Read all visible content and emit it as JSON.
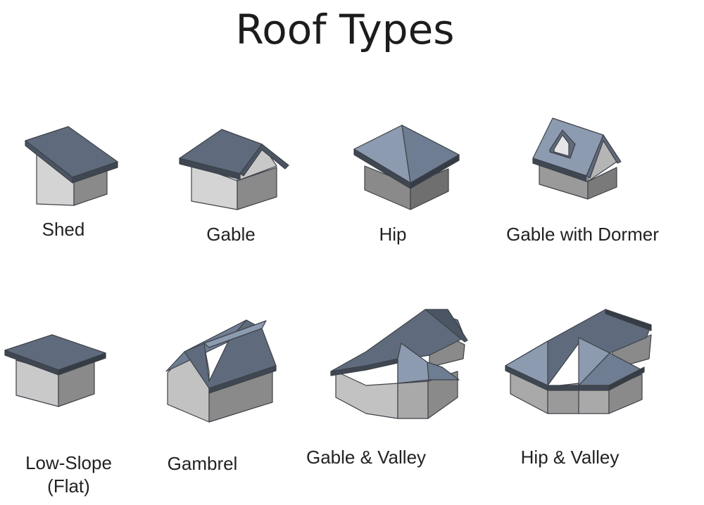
{
  "title": "Roof Types",
  "roofs": [
    {
      "label": "Shed",
      "icon": "shed-roof-icon"
    },
    {
      "label": "Gable",
      "icon": "gable-roof-icon"
    },
    {
      "label": "Hip",
      "icon": "hip-roof-icon"
    },
    {
      "label": "Gable with Dormer",
      "icon": "gable-dormer-roof-icon"
    },
    {
      "label": "Low-Slope\n(Flat)",
      "icon": "low-slope-roof-icon"
    },
    {
      "label": "Gambrel",
      "icon": "gambrel-roof-icon"
    },
    {
      "label": "Gable & Valley",
      "icon": "gable-valley-roof-icon"
    },
    {
      "label": "Hip & Valley",
      "icon": "hip-valley-roof-icon"
    }
  ],
  "colors": {
    "roof_dark": "#5f6b7c",
    "roof_light": "#8d9bb1",
    "wall_light": "#d4d4d4",
    "wall_dark": "#8a8a8a",
    "outline": "#3d4148"
  }
}
